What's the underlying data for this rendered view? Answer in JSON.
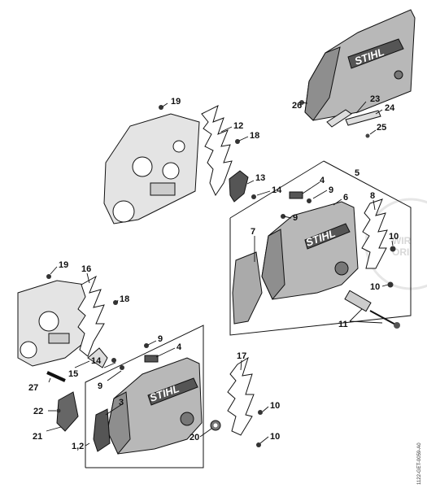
{
  "labels": {
    "p1_2": "1,2",
    "p3": "3",
    "p4a": "4",
    "p4b": "4",
    "p5": "5",
    "p6": "6",
    "p7": "7",
    "p8": "8",
    "p9a": "9",
    "p9b": "9",
    "p9c": "9",
    "p9d": "9",
    "p10a": "10",
    "p10b": "10",
    "p10c": "10",
    "p10d": "10",
    "p11": "11",
    "p12": "12",
    "p13": "13",
    "p14a": "14",
    "p14b": "14",
    "p15": "15",
    "p16": "16",
    "p17": "17",
    "p18a": "18",
    "p18b": "18",
    "p19a": "19",
    "p19b": "19",
    "p20": "20",
    "p21": "21",
    "p22": "22",
    "p23": "23",
    "p24": "24",
    "p25": "25",
    "p26": "26",
    "p27": "27"
  },
  "brand": {
    "logo_text": "STIHL"
  },
  "reference": {
    "drawing_number": "1122-GET-0059-A0"
  },
  "watermark": {
    "line1": "WIR",
    "line2": "ORI"
  },
  "colors": {
    "cover": "#b8b8b8",
    "cover_dark": "#8e8e8e",
    "frame": "#111111",
    "engine": "#e4e4e4"
  }
}
